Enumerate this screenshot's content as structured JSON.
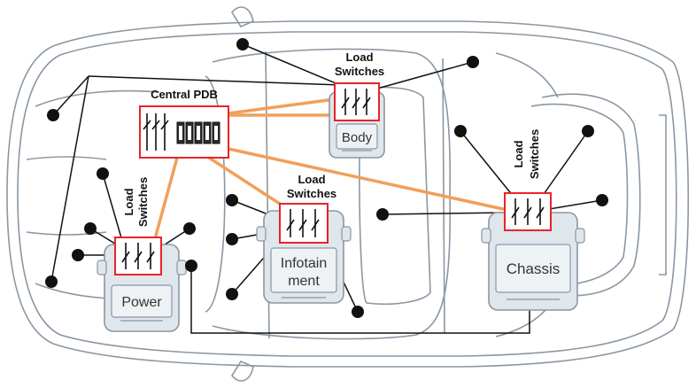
{
  "labels": {
    "central_pdb": "Central PDB",
    "body_switches_line1": "Load",
    "body_switches_line2": "Switches",
    "infotainment_switches_line1": "Load",
    "infotainment_switches_line2": "Switches",
    "power_switches_line1": "Load",
    "power_switches_line2": "Switches",
    "chassis_switches_line1": "Load",
    "chassis_switches_line2": "Switches"
  },
  "modules": {
    "body": "Body",
    "infotainment_line1": "Infotain",
    "infotainment_line2": "ment",
    "power": "Power",
    "chassis": "Chassis"
  },
  "colors": {
    "highlight_red": "#e8232a",
    "power_link_orange": "#f0a05a",
    "outline_gray": "#8a97a3",
    "module_fill": "#dfe6ec",
    "wire_black": "#111111"
  }
}
